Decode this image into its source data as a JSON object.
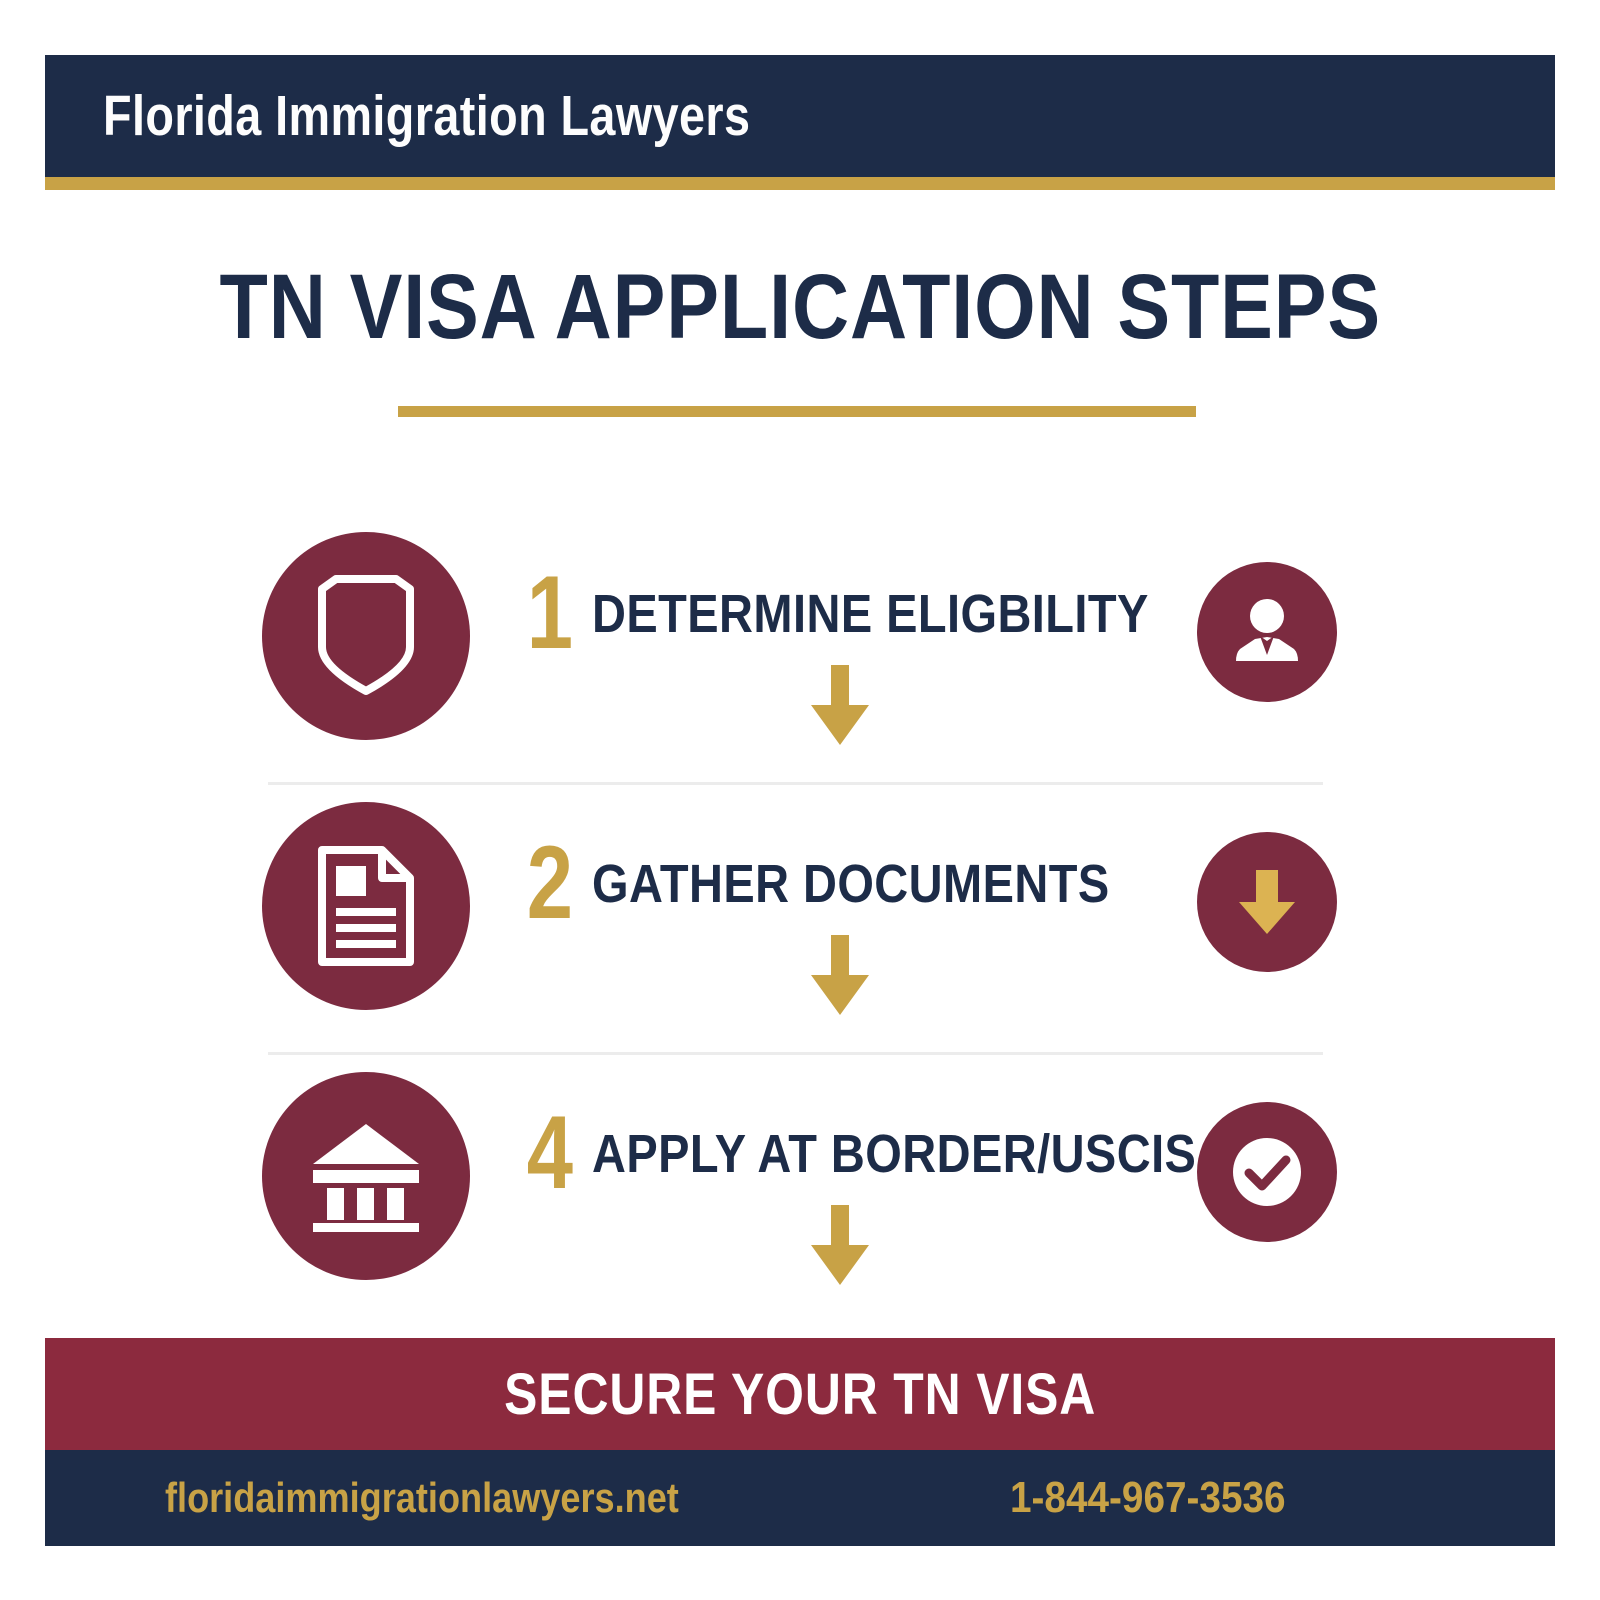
{
  "brand": {
    "name": "Florida Immigration Lawyers",
    "navy": "#1d2c48",
    "gold": "#c8a246",
    "maroon": "#7c2b40",
    "cta_maroon": "#8c2a3e",
    "white": "#ffffff"
  },
  "title": "TN VISA APPLICATION STEPS",
  "steps": [
    {
      "number": "1",
      "label": "DETERMINE ELIGBILITY",
      "left_icon": "shield-icon",
      "right_icon": "person-icon",
      "flow_arrow": "arrow-down-icon"
    },
    {
      "number": "2",
      "label": "GATHER DOCUMENTS",
      "left_icon": "document-icon",
      "right_icon": "download-arrow-icon",
      "flow_arrow": "arrow-down-icon"
    },
    {
      "number": "4",
      "label": "APPLY AT BORDER/USCIS",
      "left_icon": "bank-icon",
      "right_icon": "check-circle-icon",
      "flow_arrow": "arrow-down-icon"
    }
  ],
  "footer": {
    "cta": "SECURE YOUR TN VISA",
    "website": "floridaimmigrationlawyers.net",
    "phone": "1-844-967-3536"
  }
}
